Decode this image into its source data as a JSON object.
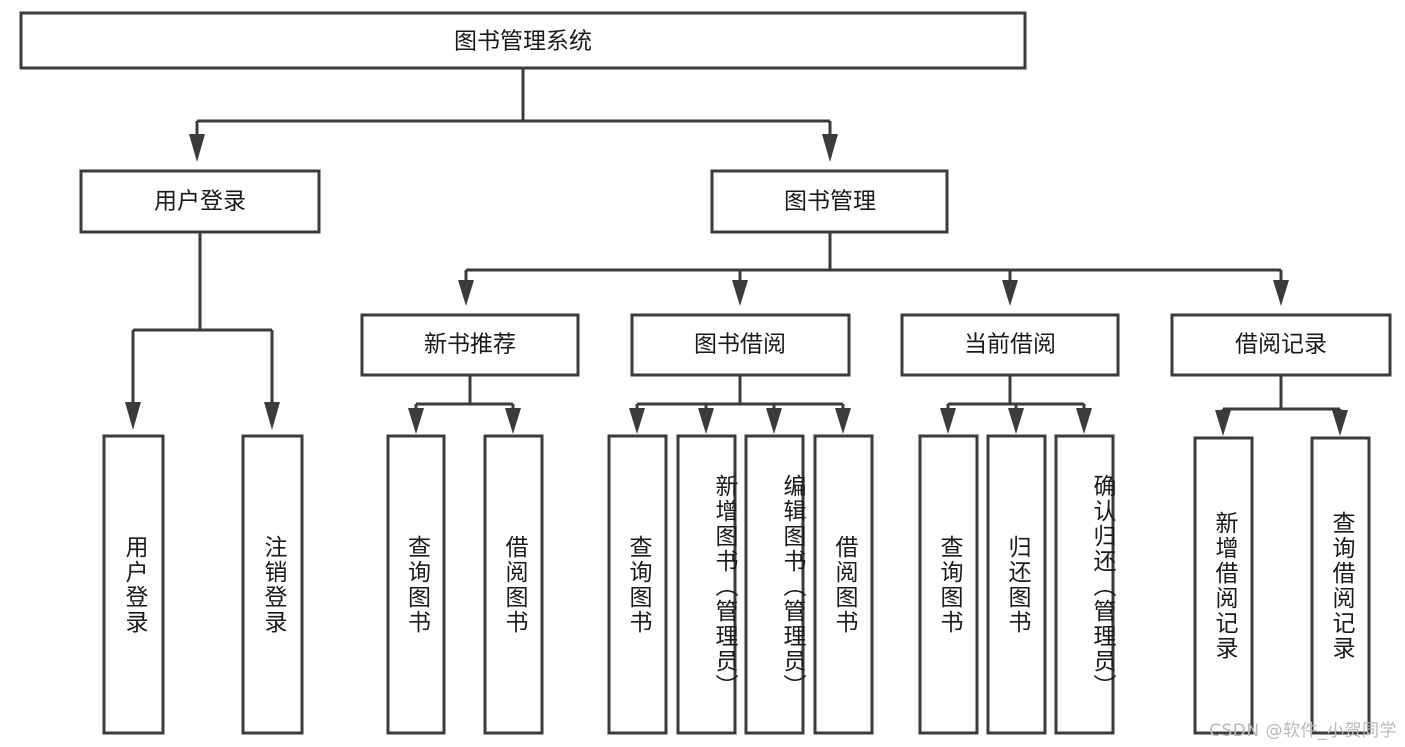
{
  "diagram": {
    "type": "tree",
    "title": "图书管理系统",
    "watermark": "CSDN @软件_小贺同学",
    "colors": {
      "box_stroke": "#3b3b3b",
      "box_fill": "#ffffff",
      "text": "#1a1a1a",
      "background": "#ffffff",
      "watermark": "#b9b9b9"
    },
    "root": {
      "id": "root",
      "label": "图书管理系统",
      "orientation": "horizontal"
    },
    "level2": [
      {
        "id": "user-login",
        "label": "用户登录",
        "orientation": "horizontal"
      },
      {
        "id": "book-manage",
        "label": "图书管理",
        "orientation": "horizontal"
      }
    ],
    "level3": [
      {
        "id": "new-book-recommend",
        "label": "新书推荐",
        "parent": "book-manage",
        "orientation": "horizontal"
      },
      {
        "id": "book-borrow",
        "label": "图书借阅",
        "parent": "book-manage",
        "orientation": "horizontal"
      },
      {
        "id": "current-borrow",
        "label": "当前借阅",
        "parent": "book-manage",
        "orientation": "horizontal"
      },
      {
        "id": "borrow-record",
        "label": "借阅记录",
        "parent": "book-manage",
        "orientation": "horizontal"
      }
    ],
    "leaves": [
      {
        "id": "leaf-user-login",
        "label": "用户登录",
        "parent": "user-login",
        "orientation": "vertical"
      },
      {
        "id": "leaf-logout",
        "label": "注销登录",
        "parent": "user-login",
        "orientation": "vertical"
      },
      {
        "id": "leaf-query-book-1",
        "label": "查询图书",
        "parent": "new-book-recommend",
        "orientation": "vertical"
      },
      {
        "id": "leaf-borrow-book-1",
        "label": "借阅图书",
        "parent": "new-book-recommend",
        "orientation": "vertical"
      },
      {
        "id": "leaf-query-book-2",
        "label": "查询图书",
        "parent": "book-borrow",
        "orientation": "vertical"
      },
      {
        "id": "leaf-add-book",
        "label": "新增图书（管理员）",
        "parent": "book-borrow",
        "orientation": "vertical"
      },
      {
        "id": "leaf-edit-book",
        "label": "编辑图书（管理员）",
        "parent": "book-borrow",
        "orientation": "vertical"
      },
      {
        "id": "leaf-borrow-book-2",
        "label": "借阅图书",
        "parent": "book-borrow",
        "orientation": "vertical"
      },
      {
        "id": "leaf-query-book-3",
        "label": "查询图书",
        "parent": "current-borrow",
        "orientation": "vertical"
      },
      {
        "id": "leaf-return-book",
        "label": "归还图书",
        "parent": "current-borrow",
        "orientation": "vertical"
      },
      {
        "id": "leaf-confirm-return",
        "label": "确认归还（管理员）",
        "parent": "current-borrow",
        "orientation": "vertical"
      },
      {
        "id": "leaf-add-record",
        "label": "新增借阅记录",
        "parent": "borrow-record",
        "orientation": "vertical"
      },
      {
        "id": "leaf-query-record",
        "label": "查询借阅记录",
        "parent": "borrow-record",
        "orientation": "vertical"
      }
    ]
  }
}
